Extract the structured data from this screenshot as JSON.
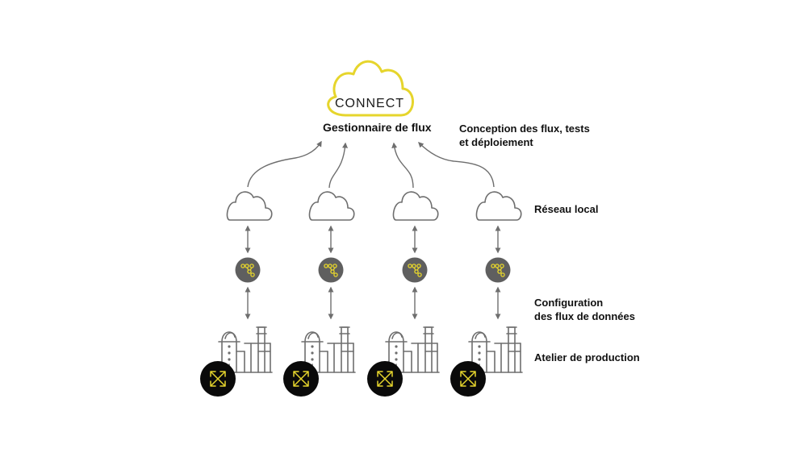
{
  "cloud": {
    "brand_text": "CONNECT",
    "outline_color": "#E6D52C"
  },
  "labels": {
    "flow_manager": "Gestionnaire de flux",
    "design_line1": "Conception des flux, tests",
    "design_line2": "et déploiement",
    "local_network": "Réseau local",
    "config_line1": "Configuration",
    "config_line2": "des flux de données",
    "production_floor": "Atelier de production"
  },
  "colors": {
    "accent_yellow": "#E6D52C",
    "node_gray": "#5F5F5F",
    "line_gray": "#6E6E6E",
    "machine_black": "#0A0A0A"
  },
  "icons": {
    "local_cloud": "cloud-icon",
    "flow_node": "flow-config-icon",
    "factory": "factory-icon",
    "machine": "expand-arrows-icon"
  },
  "column_count": 4
}
